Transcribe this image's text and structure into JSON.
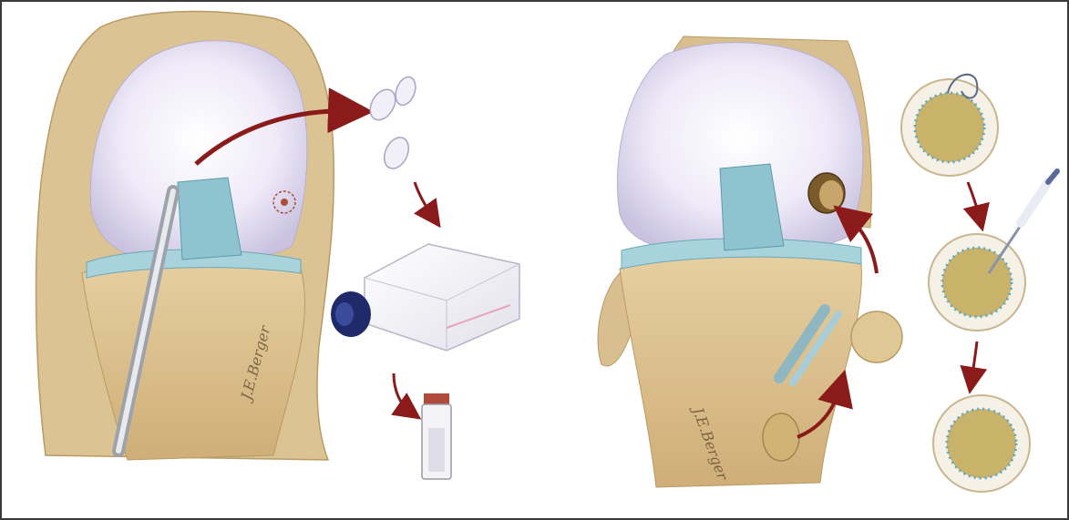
{
  "figure": {
    "panels": [
      {
        "id": "harvest",
        "signature": "J.E.Berger"
      },
      {
        "id": "implant",
        "signature": "J.E.Berger"
      }
    ],
    "colors": {
      "frame": "#3a3a3a",
      "bone": "#d9bf8f",
      "cartilage": "#f3f1fb",
      "ligament": "#8fc3cf",
      "arrow": "#8b1a1a",
      "cap": "#1f2a6b",
      "culture": "#c9b26a",
      "cell_dots": "#5aa9c9"
    },
    "icons": [
      "arthroscope-icon",
      "cartilage-chips-icon",
      "culture-flask-icon",
      "vial-icon",
      "periosteal-patch-icon",
      "suture-needle-icon",
      "syringe-icon",
      "petri-dish-icon"
    ]
  }
}
